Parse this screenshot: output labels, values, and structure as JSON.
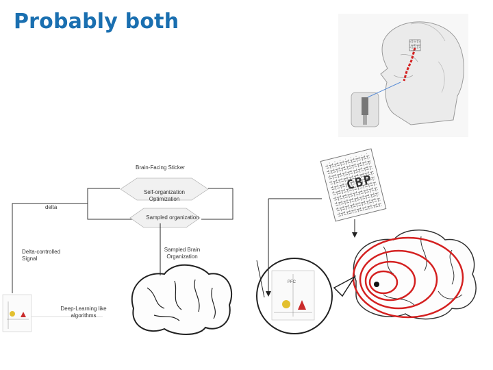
{
  "slide": {
    "title": "Probably both"
  },
  "labels": {
    "brain_facing_sticker": "Brain-Facing Sticker",
    "self_org_line1": "Self-organization",
    "self_org_line2": "Optimization",
    "delta": "delta",
    "sampled_organization": "Sampled organization",
    "delta_signal_line1": "Delta-controlled",
    "delta_signal_line2": "Signal",
    "sampled_brain_line1": "Sampled Brain",
    "sampled_brain_line2": "Organization",
    "deep_learning_line1": "Deep-Learning like",
    "deep_learning_line2": "algorithms",
    "cbp_text": "CBP",
    "inset_label": "PFC"
  },
  "colors": {
    "title": "#1a6fb0",
    "rings": "#d42020",
    "head_marker": "#d42020",
    "lines": "#333333"
  }
}
